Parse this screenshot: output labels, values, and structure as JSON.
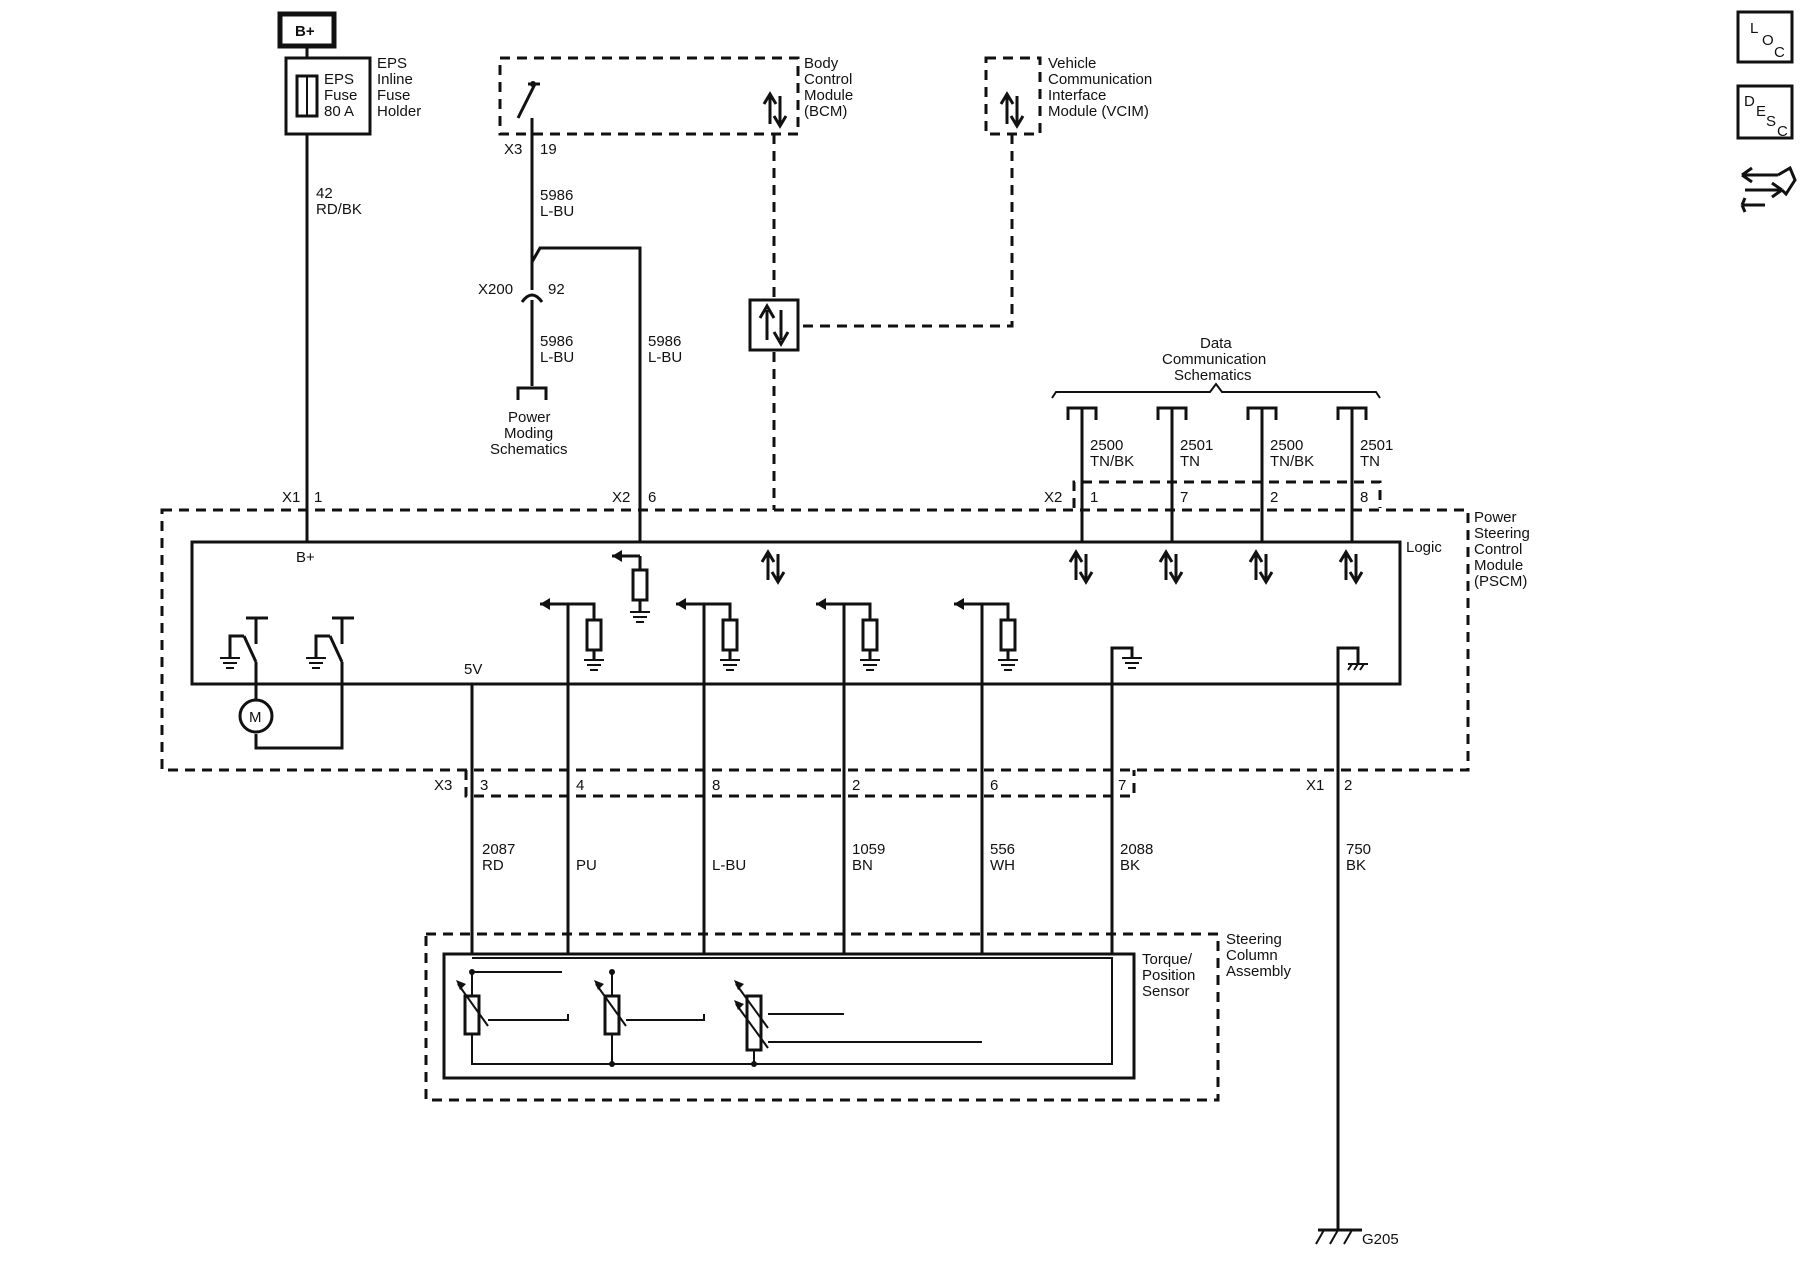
{
  "side_icons": {
    "loc": [
      "L",
      "O",
      "C"
    ],
    "desc": [
      "D",
      "E",
      "S",
      "C"
    ]
  },
  "power": {
    "bplus": "B+",
    "fuse_text": [
      "EPS",
      "Fuse",
      "80 A"
    ],
    "fuse_holder": [
      "EPS",
      "Inline",
      "Fuse",
      "Holder"
    ],
    "wire_top": [
      "42",
      "RD/BK"
    ]
  },
  "bcm": {
    "label": [
      "Body",
      "Control",
      "Module",
      "(BCM)"
    ],
    "x3": "X3",
    "pin": "19"
  },
  "vcim": {
    "label": [
      "Vehicle",
      "Communication",
      "Interface",
      "Module (VCIM)"
    ]
  },
  "wires": {
    "w5986_top": [
      "5986",
      "L-BU"
    ],
    "x200": "X200",
    "x200_pin": "92",
    "w5986_mid": [
      "5986",
      "L-BU"
    ],
    "w5986_right": [
      "5986",
      "L-BU"
    ],
    "power_moding": [
      "Power",
      "Moding",
      "Schematics"
    ]
  },
  "data_comm": {
    "label": [
      "Data",
      "Communication",
      "Schematics"
    ],
    "wires": [
      [
        "2500",
        "TN/BK"
      ],
      [
        "2501",
        "TN"
      ],
      [
        "2500",
        "TN/BK"
      ],
      [
        "2501",
        "TN"
      ]
    ],
    "x2": "X2",
    "pins": [
      "1",
      "7",
      "2",
      "8"
    ]
  },
  "pscm": {
    "label": [
      "Power",
      "Steering",
      "Control",
      "Module",
      "(PSCM)"
    ],
    "logic": "Logic",
    "x1_top": "X1",
    "x1_top_pin": "1",
    "x2_left": "X2",
    "x2_left_pin": "6",
    "bplus_inside": "B+",
    "v5": "5V",
    "motor": "M"
  },
  "bottom": {
    "x3": "X3",
    "pins": [
      "3",
      "4",
      "8",
      "2",
      "6",
      "7"
    ],
    "x1": "X1",
    "x1_pin": "2",
    "wires": [
      [
        "2087",
        "RD"
      ],
      [
        "",
        "PU"
      ],
      [
        "",
        "L-BU"
      ],
      [
        "1059",
        "BN"
      ],
      [
        "556",
        "WH"
      ],
      [
        "2088",
        "BK"
      ]
    ],
    "ground_wire": [
      "750",
      "BK"
    ],
    "ground": "G205"
  },
  "sensor": {
    "torque": [
      "Torque/",
      "Position",
      "Sensor"
    ],
    "steering": [
      "Steering",
      "Column",
      "Assembly"
    ]
  }
}
